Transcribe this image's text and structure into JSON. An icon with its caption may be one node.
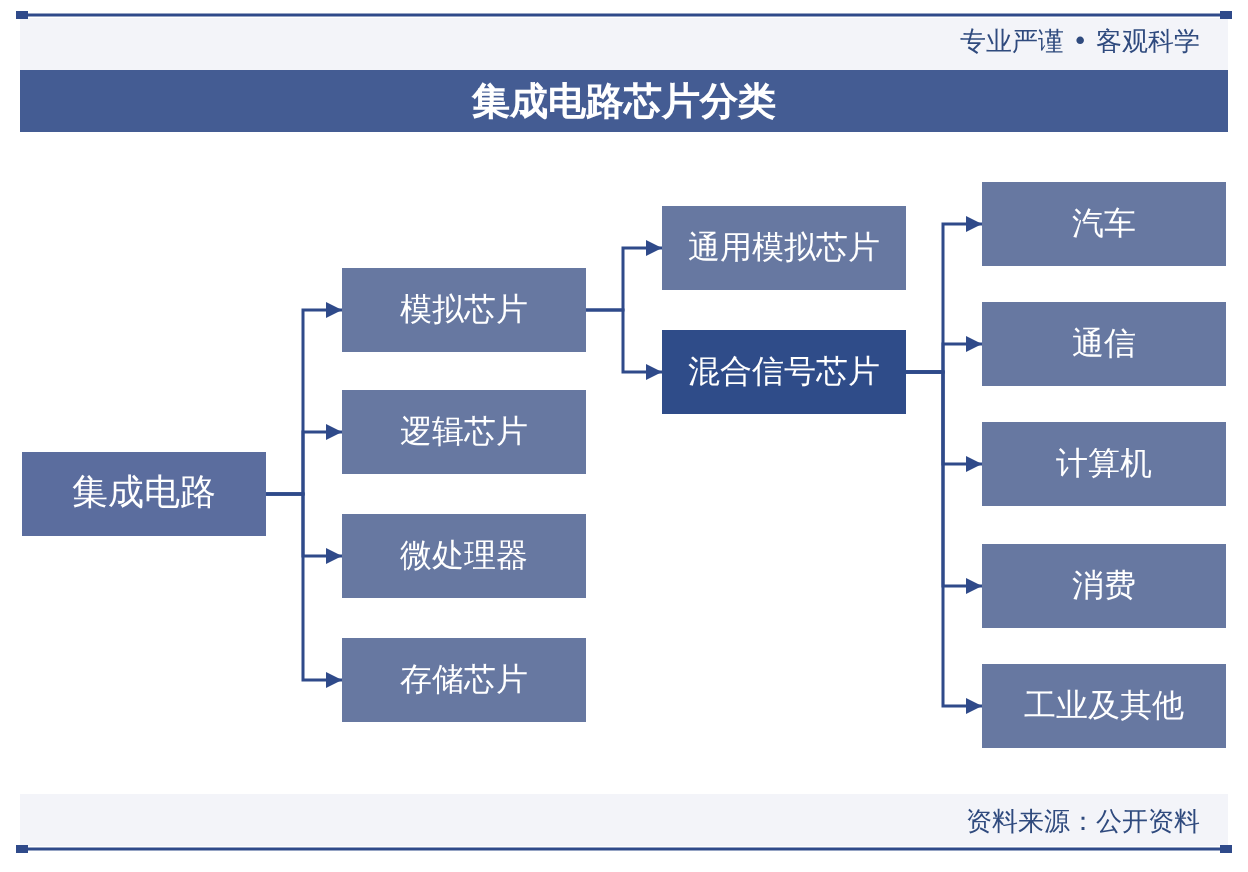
{
  "diagram": {
    "title": "集成电路芯片分类",
    "nodes": [
      {
        "text": [
          "集成电路"
        ]
      },
      {
        "text": [
          "模拟芯片"
        ]
      },
      {
        "text": [
          "逻辑芯片"
        ]
      },
      {
        "text": [
          "微处理器"
        ]
      },
      {
        "text": [
          "存储芯片"
        ]
      },
      {
        "text": [
          "通用模拟芯片"
        ]
      },
      {
        "text": [
          "混合信号芯片"
        ]
      },
      {
        "text": [
          "汽车"
        ]
      },
      {
        "text": [
          "通信"
        ]
      },
      {
        "text": [
          "计算机"
        ]
      },
      {
        "text": [
          "消费"
        ]
      },
      {
        "text": [
          "工业及其他"
        ]
      }
    ],
    "edges": [
      {
        "from": 0,
        "to": 1,
        "arrow": "to"
      },
      {
        "from": 0,
        "to": 2,
        "arrow": "to"
      },
      {
        "from": 0,
        "to": 3,
        "arrow": "to"
      },
      {
        "from": 0,
        "to": 4,
        "arrow": "to"
      },
      {
        "from": 1,
        "to": 5,
        "arrow": "to"
      },
      {
        "from": 1,
        "to": 6,
        "arrow": "to"
      },
      {
        "from": 6,
        "to": 7,
        "arrow": "to"
      },
      {
        "from": 6,
        "to": 8,
        "arrow": "to"
      },
      {
        "from": 6,
        "to": 9,
        "arrow": "to"
      },
      {
        "from": 6,
        "to": 10,
        "arrow": "to"
      },
      {
        "from": 6,
        "to": 11,
        "arrow": "to"
      }
    ],
    "labels": [
      "专业严谨 • 客观科学",
      "资料来源：公开资料"
    ]
  }
}
